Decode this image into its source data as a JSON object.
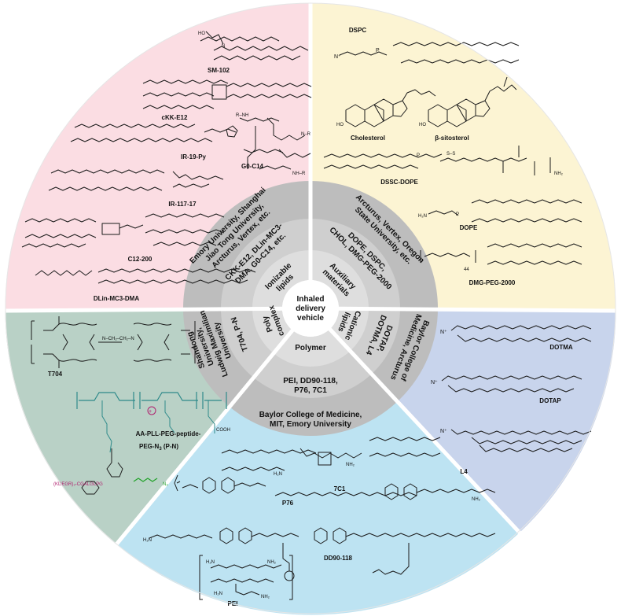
{
  "center": {
    "line1": "Inhaled",
    "line2": "delivery",
    "line3": "vehicle"
  },
  "categories": {
    "ionizable": {
      "line1": "Ionizable",
      "line2": "lipids"
    },
    "auxiliary": {
      "line1": "Auxiliary",
      "line2": "materials"
    },
    "cationic": {
      "line1": "Cationic",
      "line2": "lipids"
    },
    "polymer": {
      "line1": "Polymer"
    },
    "polycomplex": {
      "line1": "Poly",
      "line2": "complex"
    }
  },
  "examples": {
    "ionizable": {
      "line1": "CKK-E12, DLin-MC3-",
      "line2": "DMA, G0-C14, etc."
    },
    "auxiliary": {
      "line1": "DOPE, DSPC,",
      "line2": "CHOL, DMG-PEG-2000"
    },
    "cationic": {
      "line1": "DOTAP,",
      "line2": "DOTMA, L4"
    },
    "polymer": {
      "line1": "PEI, DD90-118,",
      "line2": "P76, 7C1"
    },
    "polycomplex": {
      "line1": "T704, P-N"
    }
  },
  "institutions": {
    "ionizable": {
      "line1": "Emory University, Shanghai",
      "line2": "Jiao Tong University,",
      "line3": "Arcturus, Vertex, etc."
    },
    "auxiliary": {
      "line1": "Arcturus, Vertex, Oregon",
      "line2": "State University, etc."
    },
    "cationic": {
      "line1": "Baylor College of",
      "line2": "Medicine, Arcturus"
    },
    "polymer": {
      "line1": "Baylor College of Medicine,",
      "line2": "MIT, Emory University"
    },
    "polycomplex": {
      "line1": "Shandong",
      "line2": "University,",
      "line3": "Ludwig Maximilian",
      "line4": "University"
    }
  },
  "molecules": {
    "sm102": "SM-102",
    "ckke12": "cKK-E12",
    "ir19py": "IR-19-Py",
    "g0c14": "G0-C14",
    "ir11717": "IR-117-17",
    "c12200": "C12-200",
    "dlinmc3": "DLin-MC3-DMA",
    "dspc": "DSPC",
    "cholesterol": "Cholesterol",
    "sitosterol": "β-sitosterol",
    "dsscdope": "DSSC-DOPE",
    "dope": "DOPE",
    "dmgpeg": "DMG-PEG-2000",
    "dotma": "DOTMA",
    "dotap": "DOTAP",
    "l4": "L4",
    "c71": "7C1",
    "p76": "P76",
    "dd90": "DD90-118",
    "pei": "PEI",
    "t704": "T704",
    "aapll_line1": "AA-PLL-PEG-peptide-",
    "aapll_line2": "PEG-N",
    "aapll_sub": "3",
    "aapll_line3": " (P-N)",
    "peptide_seq": "(KDEGR)₃-CGALGLPG",
    "peg_sub": "44"
  },
  "colors": {
    "ionizable_bg": "#fbdde3",
    "auxiliary_bg": "#fcf4d3",
    "cationic_bg": "#c8d4ec",
    "polymer_bg": "#bde3f2",
    "polycomplex_bg": "#b9d1c6",
    "ring_outer": "#bdbdbd",
    "ring_mid": "#cfcfcf",
    "ring_inner": "#dedede",
    "center": "#ffffff",
    "teal": "#2e8a8a",
    "magenta": "#b0206e",
    "green": "#22a32a"
  }
}
